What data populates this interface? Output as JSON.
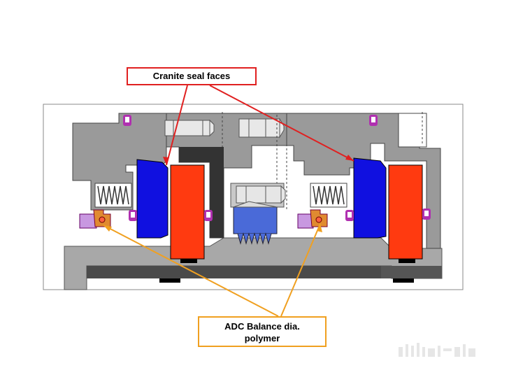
{
  "callouts": {
    "top": {
      "text": "Cranite seal faces",
      "color": "#e02020"
    },
    "bottom": {
      "line1": "ADC Balance dia.",
      "line2": "polymer",
      "color": "#f0a020"
    }
  },
  "colors": {
    "housing": "#9a9a9a",
    "housing_dark": "#404040",
    "spring_face": "#1010e0",
    "seat": "#ff3a10",
    "oring": "#b030b0",
    "balance": "#e08a30"
  },
  "icons": [
    "oring-icon",
    "spring-icon",
    "bolt-icon",
    "seal-face-icon",
    "seat-icon"
  ]
}
